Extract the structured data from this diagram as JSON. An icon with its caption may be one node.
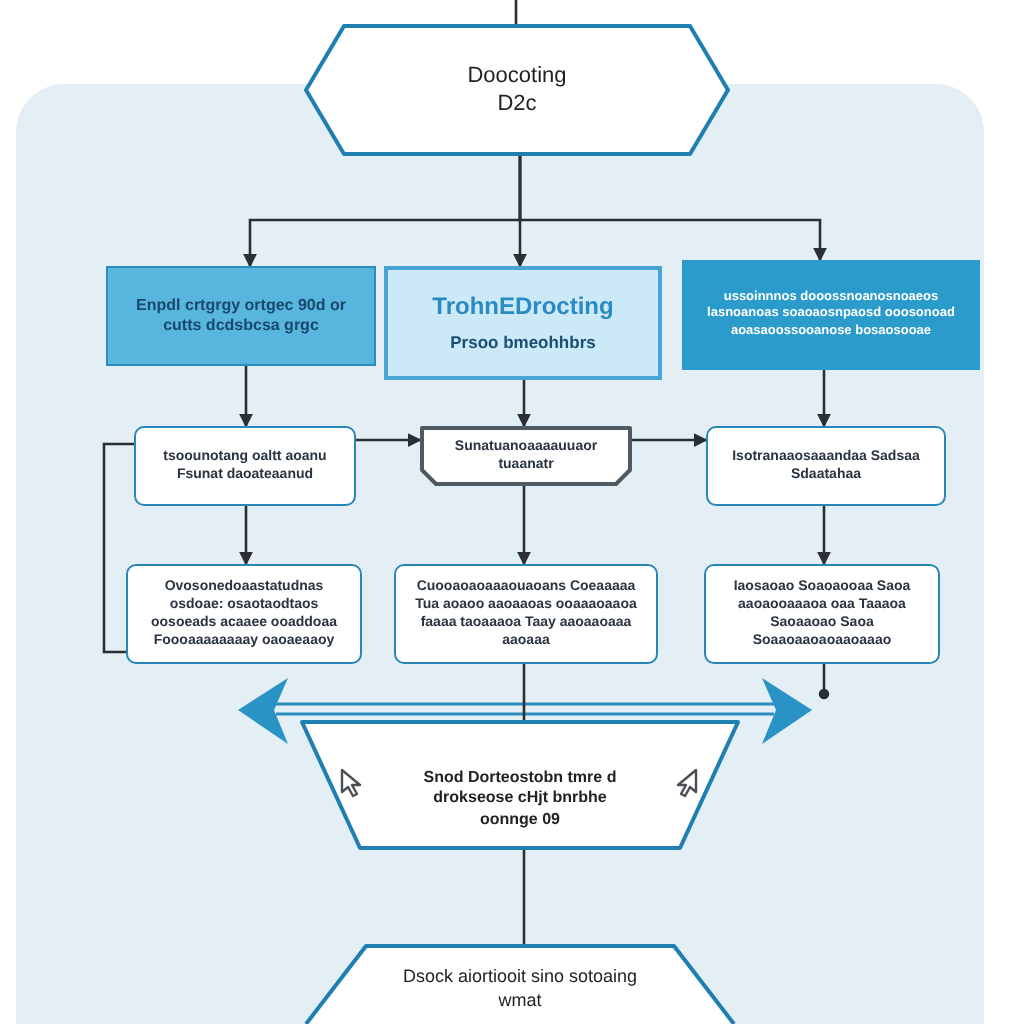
{
  "diagram": {
    "nodes": [
      {
        "text": [
          "Doocoting D2c"
        ]
      },
      {
        "text": [
          "Enpdl crtgrgy ortgec 90d or cutts dcdsbcsa grgc"
        ]
      },
      {
        "text": [
          "TrohnEDrocting",
          "Prsoo bmeohhbrs"
        ]
      },
      {
        "text": [
          "ussoinnnos dooossnoanosnoaeos lasnoanoas soaoaosnpaosd ooosonoad aoasaoossooanose bosaosooae"
        ]
      },
      {
        "text": [
          "tsoounotang oaltt aoanu Fsunat daoateaanud"
        ]
      },
      {
        "text": [
          "Sunatuanoaaaauuaor tuaanatr"
        ]
      },
      {
        "text": [
          "Isotranaaosaaandaa Sadsaa Sdaatahaa"
        ]
      },
      {
        "text": [
          "Ovosonedoaastatudnas osdoae: osaotaodtaos oosoeads acaaee ooaddoaa Foooaaaaaaaay oaoaeaaoy"
        ]
      },
      {
        "text": [
          "Cuooaoaoaaaouaoans Coeaaaaa Tua aoaoo aaoaaoas ooaaaoaaoa faaaa taoaaaoa Taay aaoaaoaaa aaoaaa"
        ]
      },
      {
        "text": [
          "Iaosaoao Soaoaooaa Saoa aaoaooaaaoa oaa Taaaoa Saoaaoao Saoa Soaaoaaoaoaaoaaao"
        ]
      },
      {
        "text": [
          "Snod Dorteostobn tmre d drokseose cHjt bnrbhe oonnge 09"
        ]
      },
      {
        "text": [
          "Dsock aiortiooit sino sotoaing wmat"
        ]
      }
    ],
    "edges": [
      {
        "from": null,
        "to": 0,
        "arrow": "none"
      },
      {
        "from": 0,
        "to": 1,
        "arrow": "to"
      },
      {
        "from": 0,
        "to": 2,
        "arrow": "to"
      },
      {
        "from": 0,
        "to": 3,
        "arrow": "to"
      },
      {
        "from": 1,
        "to": 4,
        "arrow": "to"
      },
      {
        "from": 2,
        "to": 5,
        "arrow": "to"
      },
      {
        "from": 3,
        "to": 6,
        "arrow": "to"
      },
      {
        "from": 4,
        "to": 5,
        "arrow": "to"
      },
      {
        "from": 5,
        "to": 6,
        "arrow": "to"
      },
      {
        "from": 4,
        "to": 7,
        "arrow": "to"
      },
      {
        "from": 5,
        "to": 8,
        "arrow": "to"
      },
      {
        "from": 6,
        "to": 9,
        "arrow": "to"
      },
      {
        "from": 4,
        "to": 7,
        "arrow": "none"
      },
      {
        "from": 8,
        "to": 10,
        "arrow": "none"
      },
      {
        "from": 9,
        "to": null,
        "arrow": "other"
      },
      {
        "from": 10,
        "to": 11,
        "arrow": "none"
      }
    ]
  }
}
